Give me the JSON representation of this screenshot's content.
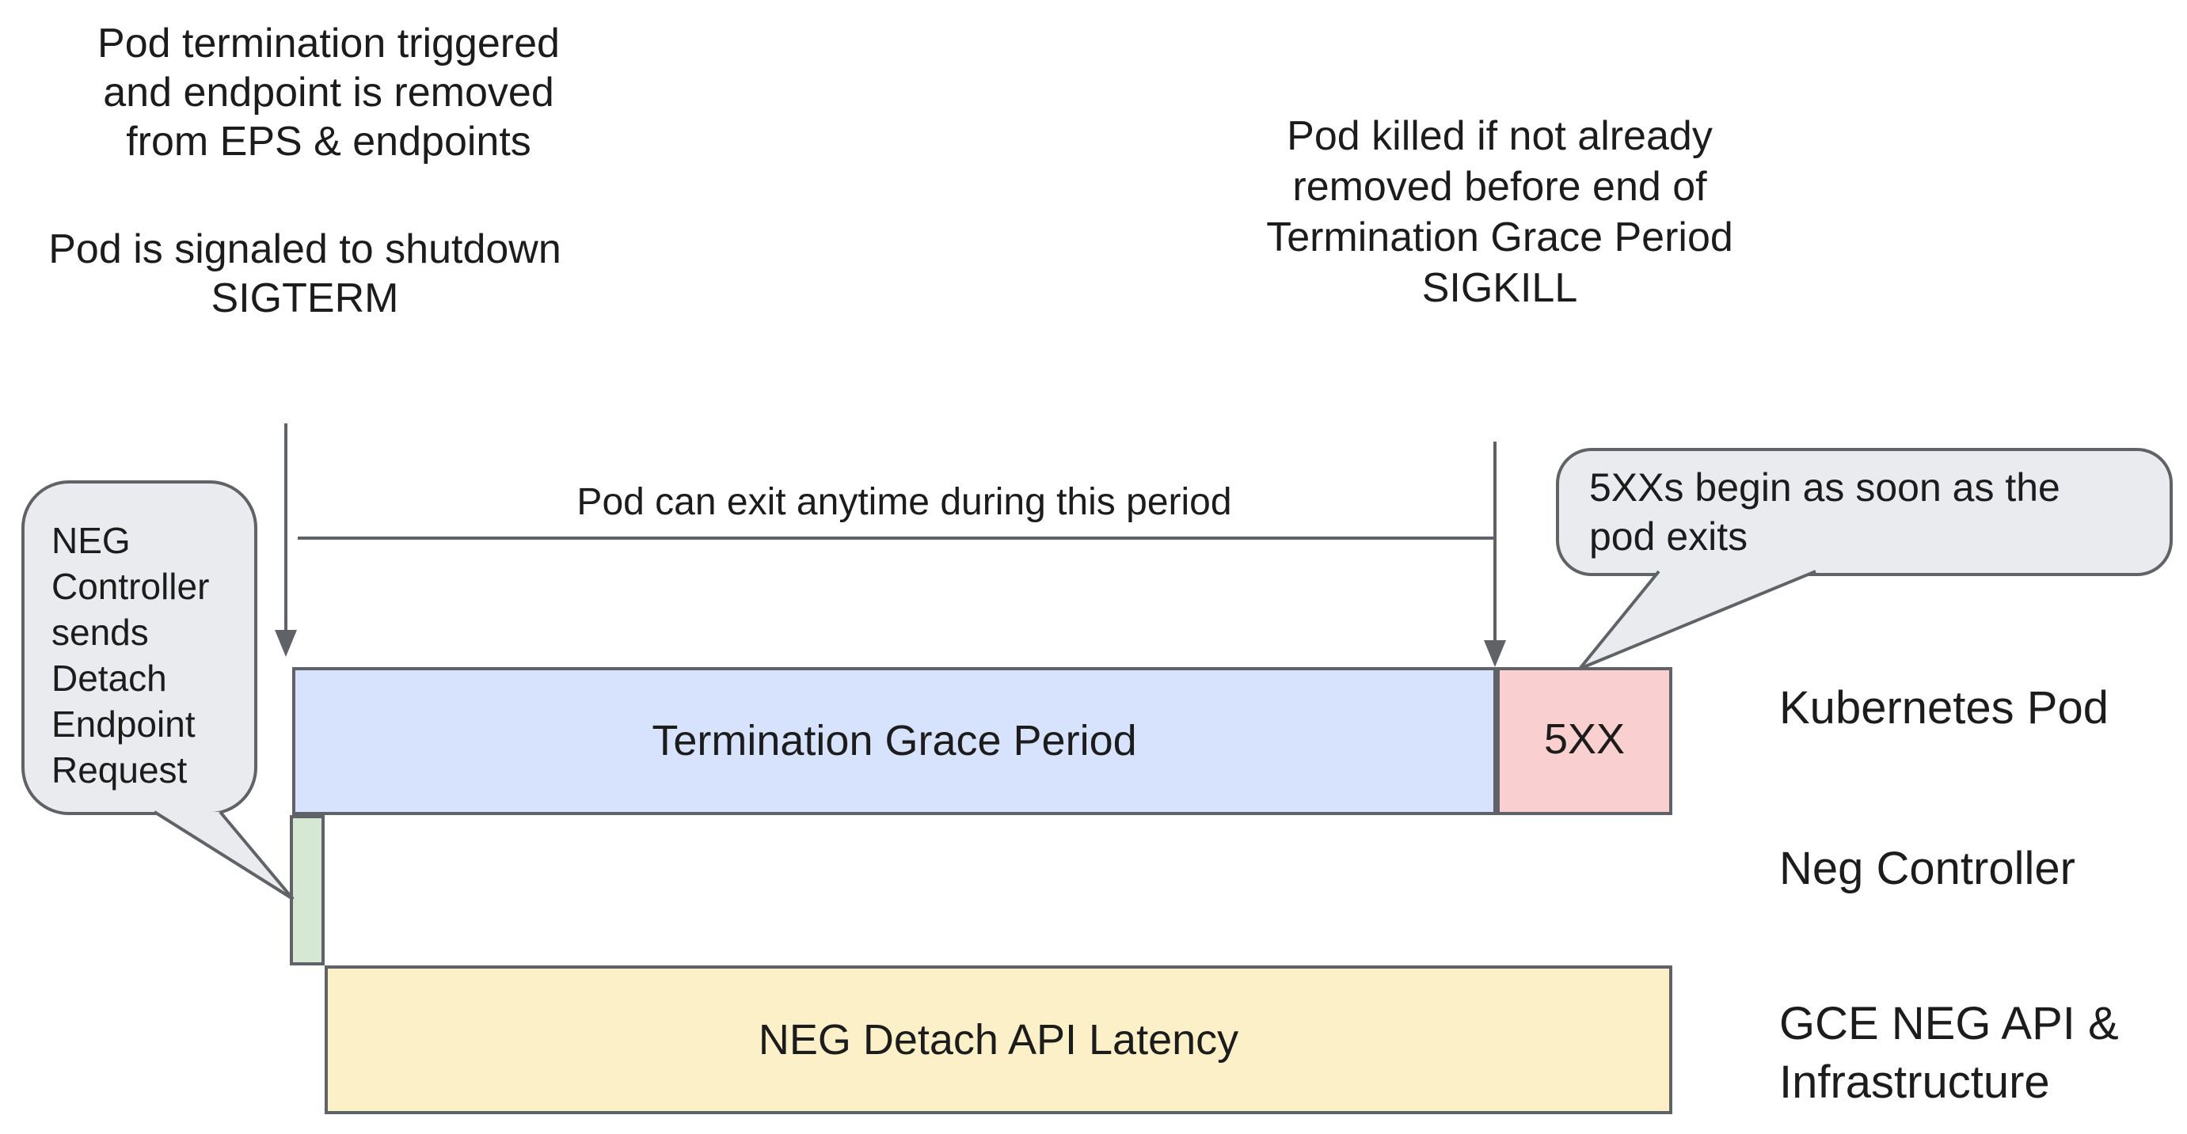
{
  "colors": {
    "border": "#5f6368",
    "arrow": "#5f6368",
    "bubble_fill": "#e9ebee",
    "blue": "#d7e3fc",
    "red": "#f9cfcf",
    "green": "#d4e8d4",
    "yellow": "#fbf0c8",
    "text": "#1c1c1c"
  },
  "annotations": {
    "top_left_p1": {
      "line1": "Pod termination triggered",
      "line2": "and endpoint is removed",
      "line3": "from EPS & endpoints"
    },
    "top_left_p2": {
      "line1": "Pod is signaled to shutdown",
      "line2": "SIGTERM"
    },
    "top_right_p": {
      "line1": "Pod killed if not already",
      "line2": "removed before end of",
      "line3": "Termination Grace Period",
      "line4": "SIGKILL"
    },
    "period_label": "Pod can exit anytime during this period",
    "left_callout": {
      "line1": "NEG",
      "line2": "Controller",
      "line3": "sends",
      "line4": "Detach",
      "line5": "Endpoint",
      "line6": "Request"
    },
    "right_callout": {
      "line1": "5XXs begin as soon as the",
      "line2": "pod exits"
    }
  },
  "timeline": {
    "kubernetes_pod_row": {
      "grace_bar_label": "Termination Grace Period",
      "error_bar_label": "5XX",
      "row_label": "Kubernetes Pod"
    },
    "neg_controller_row": {
      "row_label": "Neg Controller"
    },
    "gce_row": {
      "bar_label": "NEG Detach API Latency",
      "row_label_line1": "GCE NEG API &",
      "row_label_line2": "Infrastructure"
    }
  }
}
